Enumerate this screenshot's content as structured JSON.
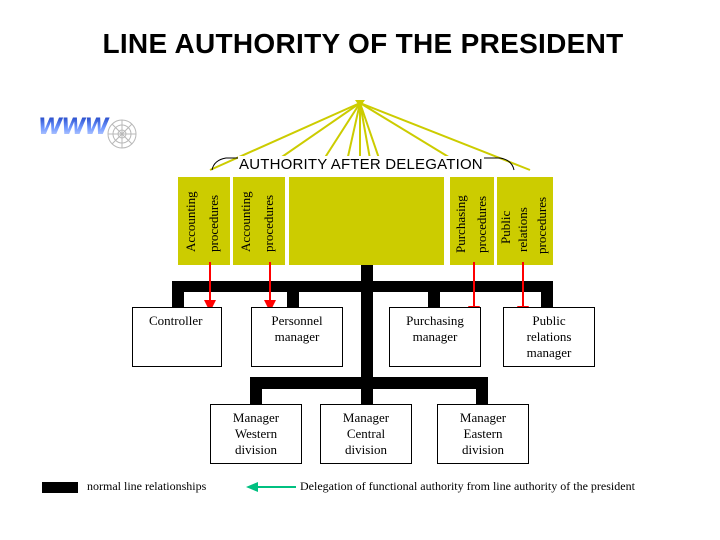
{
  "title": "LINE AUTHORITY OF THE PRESIDENT",
  "logo": {
    "text": "WWW",
    "icon": "web-icon"
  },
  "diagram": {
    "authority_label": "AUTHORITY AFTER DELEGATION",
    "procedures": [
      {
        "lines": [
          "Accounting",
          "procedures"
        ]
      },
      {
        "lines": [
          "Accounting",
          "procedures"
        ]
      },
      {
        "lines": [
          "Purchasing",
          "procedures"
        ]
      },
      {
        "lines": [
          "Public",
          "relations",
          "procedures"
        ]
      }
    ],
    "managers": [
      {
        "lines": [
          "Controller"
        ]
      },
      {
        "lines": [
          "Personnel",
          "manager"
        ]
      },
      {
        "lines": [
          "Purchasing",
          "manager"
        ]
      },
      {
        "lines": [
          "Public",
          "relations",
          "manager"
        ]
      }
    ],
    "divisions": [
      {
        "lines": [
          "Manager",
          "Western",
          "division"
        ]
      },
      {
        "lines": [
          "Manager",
          "Central",
          "division"
        ]
      },
      {
        "lines": [
          "Manager",
          "Eastern",
          "division"
        ]
      }
    ]
  },
  "legend": {
    "line_label": "normal line relationships",
    "delegation_label": "Delegation of functional authority from line authority of the president"
  },
  "colors": {
    "authority": "#cccc00",
    "line": "#000000",
    "delegation_arrow": "#ff0000",
    "legend_arrow": "#00c080"
  }
}
